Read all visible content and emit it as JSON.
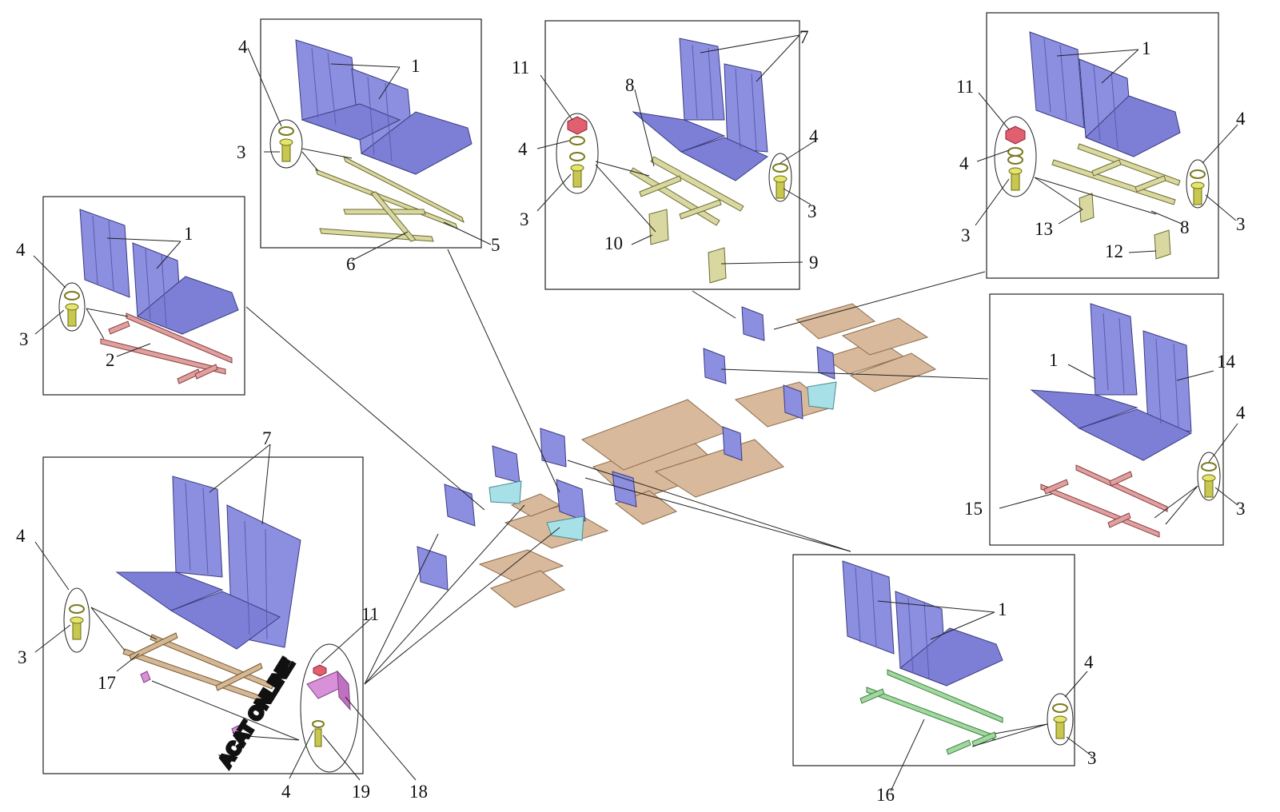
{
  "watermark": {
    "text": "ACAT ONLINE"
  },
  "callouts": {
    "p1": {
      "a": "4",
      "b": "3",
      "c": "1",
      "d": "5",
      "e": "6"
    },
    "p2": {
      "a": "11",
      "b": "4",
      "c": "3",
      "d": "8",
      "e": "7",
      "f": "4",
      "g": "3",
      "h": "10",
      "i": "9"
    },
    "p3": {
      "a": "11",
      "b": "4",
      "c": "3",
      "d": "1",
      "e": "4",
      "f": "3",
      "g": "13",
      "h": "8",
      "i": "12"
    },
    "p4": {
      "a": "4",
      "b": "3",
      "c": "1",
      "d": "2"
    },
    "p5": {
      "a": "1",
      "b": "14",
      "c": "4",
      "d": "3",
      "e": "15"
    },
    "p6": {
      "a": "7",
      "b": "4",
      "c": "3",
      "d": "17",
      "e": "11",
      "f": "4",
      "g": "19",
      "h": "18"
    },
    "p7": {
      "a": "1",
      "b": "4",
      "c": "3",
      "d": "16"
    }
  },
  "colors": {
    "seat": "#8c8ee0",
    "seat_dark": "#5a5cb0",
    "frame_yellow": "#d8d8a0",
    "frame_pink": "#e0a0a0",
    "frame_green": "#a0d8a0",
    "frame_tan": "#d4b896",
    "floor": "#d9b99b",
    "bolt": "#c8c850",
    "nut": "#e06070",
    "bracket": "#d890d8"
  }
}
